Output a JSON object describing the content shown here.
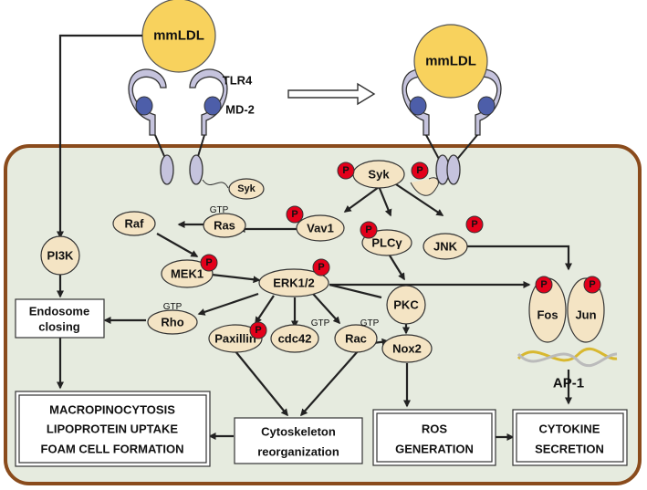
{
  "colors": {
    "cell_fill": "#e6ebdf",
    "cell_border": "#8a4b1c",
    "ligand": "#f8d25d",
    "node_fill": "#f4e4c4",
    "phospho": "#e3001b",
    "receptor": "#c5c3dd",
    "md2": "#4d5ea9"
  },
  "ligand": {
    "left": "mmLDL",
    "right": "mmLDL"
  },
  "receptor": {
    "tlr4": "TLR4",
    "md2": "MD-2",
    "syk_inactive": "Syk"
  },
  "phospho_label": "P",
  "gtp_label": "GTP",
  "nodes": {
    "syk": "Syk",
    "vav1": "Vav1",
    "ras": "Ras",
    "raf": "Raf",
    "plcg": "PLCγ",
    "jnk": "JNK",
    "pi3k": "PI3K",
    "mek1": "MEK1",
    "erk": "ERK1/2",
    "pkc": "PKC",
    "rho": "Rho",
    "paxillin": "Paxillin",
    "cdc42": "cdc42",
    "rac": "Rac",
    "nox2": "Nox2",
    "fos": "Fos",
    "jun": "Jun"
  },
  "ap1": "AP-1",
  "boxes": {
    "endosome": [
      "Endosome",
      "closing"
    ],
    "macro": [
      "MACROPINOCYTOSIS",
      "LIPOPROTEIN UPTAKE",
      "FOAM CELL FORMATION"
    ],
    "cyto": [
      "Cytoskeleton",
      "reorganization"
    ],
    "ros": [
      "ROS",
      "GENERATION"
    ],
    "cytokine": [
      "CYTOKINE",
      "SECRETION"
    ]
  }
}
